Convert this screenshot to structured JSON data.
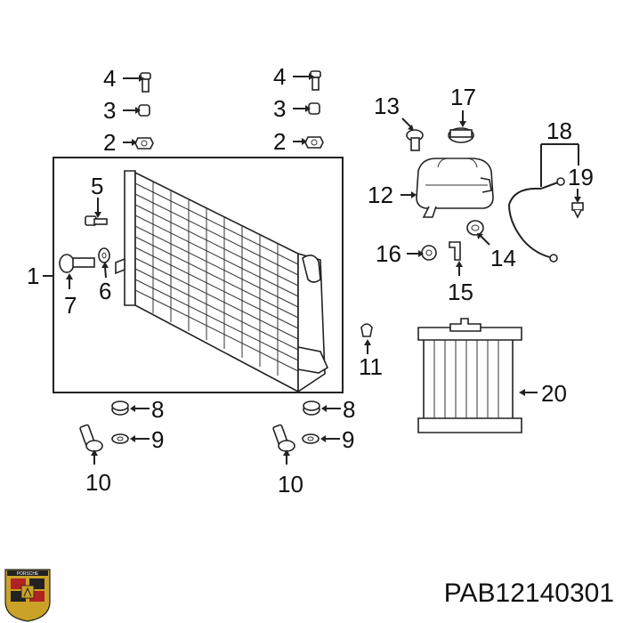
{
  "callouts": {
    "c1": "1",
    "c2a": "2",
    "c2b": "2",
    "c3a": "3",
    "c3b": "3",
    "c4a": "4",
    "c4b": "4",
    "c5": "5",
    "c6": "6",
    "c7": "7",
    "c8a": "8",
    "c8b": "8",
    "c9a": "9",
    "c9b": "9",
    "c10a": "10",
    "c10b": "10",
    "c11": "11",
    "c12": "12",
    "c13": "13",
    "c14": "14",
    "c15": "15",
    "c16": "16",
    "c17": "17",
    "c18": "18",
    "c19": "19",
    "c20": "20"
  },
  "part_number": "PAB12140301",
  "logo": {
    "wordmark": "PORSCHE",
    "name": "porsche-crest"
  }
}
